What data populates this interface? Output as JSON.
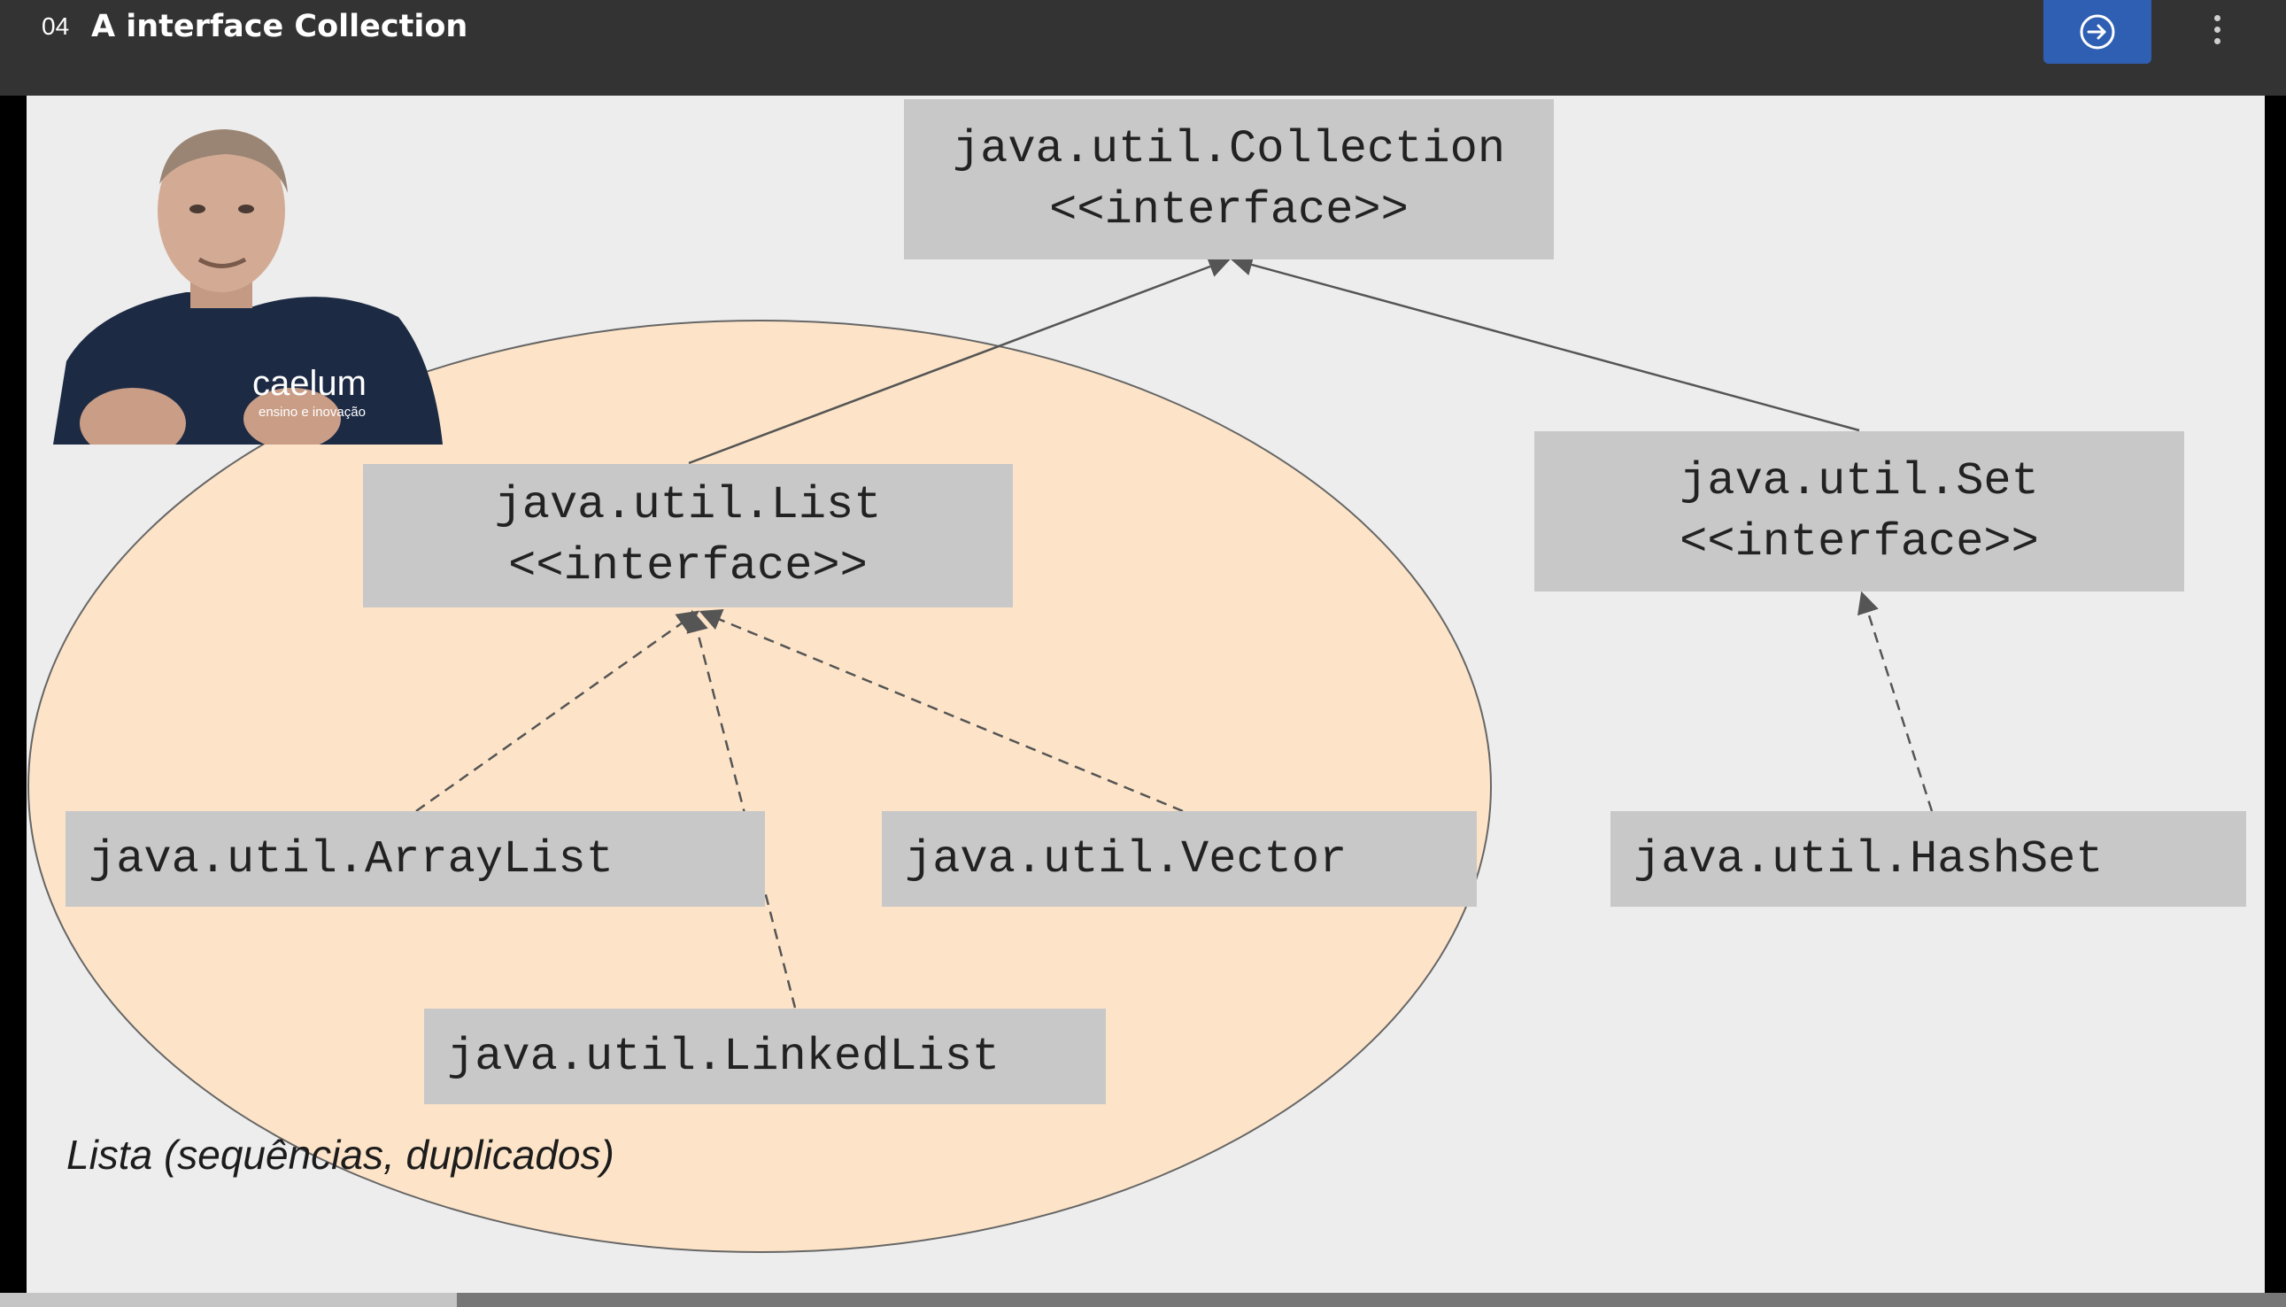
{
  "header": {
    "lesson_number": "04",
    "lesson_title": "A interface Collection",
    "next_icon": "arrow-right-circle-icon",
    "more_icon": "vertical-dots-icon",
    "accent_color": "#2f5fb3"
  },
  "slide": {
    "collection": {
      "line1": "java.util.Collection",
      "line2": "<<interface>>"
    },
    "list": {
      "line1": "java.util.List",
      "line2": "<<interface>>"
    },
    "set": {
      "line1": "java.util.Set",
      "line2": "<<interface>>"
    },
    "arraylist": "java.util.ArrayList",
    "vector": "java.util.Vector",
    "linkedlist": "java.util.LinkedList",
    "hashset": "java.util.HashSet",
    "ellipse_caption": "Lista (sequências, duplicados)",
    "ellipse_color": "#fde4c8",
    "box_color": "#c8c8c8"
  },
  "presenter": {
    "shirt_brand": "caelum",
    "shirt_tagline": "ensino e inovação"
  },
  "video": {
    "progress": 0.2
  }
}
